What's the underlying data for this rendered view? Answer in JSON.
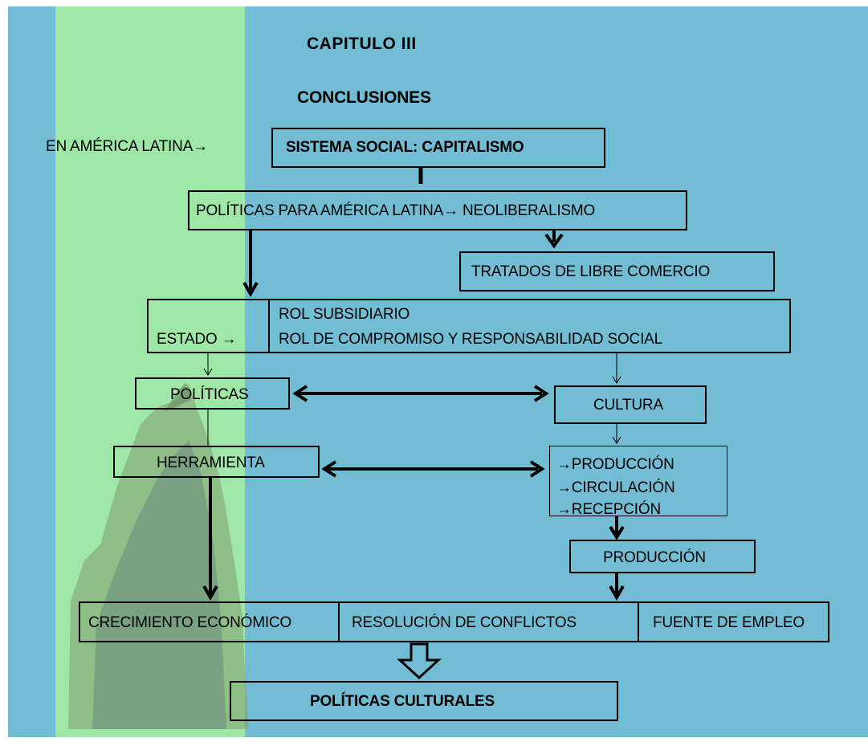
{
  "header": {
    "chapter": "CAPITULO III",
    "section": "CONCLUSIONES"
  },
  "diagram": {
    "region_label": "EN AMÉRICA LATINA→",
    "system": "SISTEMA SOCIAL: CAPITALISMO",
    "policies_latam": "POLÍTICAS PARA AMÉRICA LATINA→ NEOLIBERALISMO",
    "treaties": "TRATADOS DE LIBRE COMERCIO",
    "state_label": "ESTADO →",
    "state_role_1": "ROL SUBSIDIARIO",
    "state_role_2": "ROL DE COMPROMISO Y RESPONSABILIDAD SOCIAL",
    "policies": "POLÍTICAS",
    "culture": "CULTURA",
    "tool": "HERRAMIENTA",
    "cycle": [
      "→PRODUCCIÓN",
      "→CIRCULACIÓN",
      "→RECEPCIÓN"
    ],
    "production": "PRODUCCIÓN",
    "outcomes": [
      "CRECIMIENTO ECONÓMICO",
      "RESOLUCIÓN DE CONFLICTOS",
      "FUENTE DE EMPLEO"
    ],
    "result": "POLÍTICAS CULTURALES"
  }
}
